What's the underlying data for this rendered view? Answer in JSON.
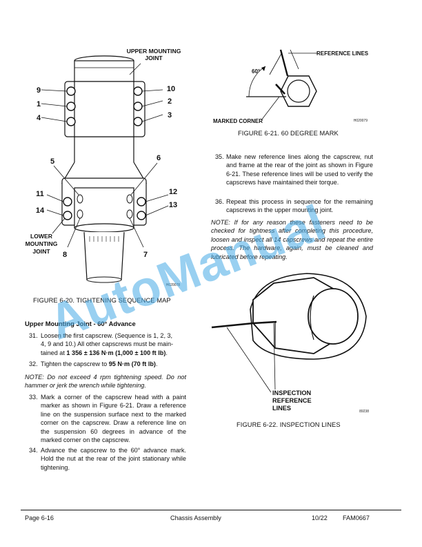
{
  "figure_6_20": {
    "callout_upper_line1": "UPPER MOUNTING",
    "callout_upper_line2": "JOINT",
    "callout_lower_line1": "LOWER",
    "callout_lower_line2": "MOUNTING",
    "callout_lower_line3": "JOINT",
    "numbers": [
      "1",
      "2",
      "3",
      "4",
      "5",
      "6",
      "7",
      "8",
      "9",
      "10",
      "11",
      "12",
      "13",
      "14"
    ],
    "code": "H020078",
    "caption": "FIGURE 6-20. TIGHTENING SEQUENCE MAP"
  },
  "figure_6_21": {
    "reference_lines_label": "REFERENCE LINES",
    "angle_label": "60°",
    "marked_corner_label": "MARKED CORNER",
    "code": "H020079",
    "caption": "FIGURE 6-21. 60 DEGREE MARK"
  },
  "figure_6_22": {
    "label_line1": "INSPECTION",
    "label_line2": "REFERENCE",
    "label_line3": "LINES",
    "code": "89238",
    "caption": "FIGURE 6-22. INSPECTION LINES"
  },
  "left_column": {
    "heading": "Upper Mounting Joint - 60° Advance",
    "step31": {
      "num": "31.",
      "line1": "Loosen the first capscrew. (Sequence is 1, 2, 3,",
      "line2": "4, 9 and 10.) All other capscrews must be main-",
      "line3_pre": "tained at ",
      "line3_bold": "1 356 ± 136 N·m (1,000 ± 100 ft lb)",
      "line3_post": "."
    },
    "step32": {
      "num": "32.",
      "pre": "Tighten the capscrew to ",
      "bold": "95 N·m (70 ft lb)",
      "post": "."
    },
    "note": "NOTE: Do not exceed 4 rpm tightening speed. Do not hammer or jerk the wrench while tightening.",
    "step33": {
      "num": "33.",
      "text": "Mark a corner of the capscrew head with a paint marker as shown in Figure 6-21. Draw a reference line on the suspension surface next to the marked corner on the capscrew. Draw a reference line on the suspension 60 degrees in advance of the marked corner on the capscrew."
    },
    "step34": {
      "num": "34.",
      "text": "Advance the capscrew to the 60° advance mark. Hold the nut at the rear of the joint stationary while tightening."
    }
  },
  "right_column": {
    "step35": {
      "num": "35.",
      "text": "Make new reference lines along the capscrew, nut and frame at the rear of the joint as shown in Figure 6-21. These reference lines will be used to verify the capscrews have maintained their torque."
    },
    "step36": {
      "num": "36.",
      "text": "Repeat this process in sequence for the remaining capscrews in the upper mounting joint."
    },
    "note": "NOTE: If for any reason these fasteners need to be checked for tightness after completing this procedure, loosen and inspect all 14 capscrews and repeat the entire process. The hardware, again, must be cleaned and lubricated before repeating."
  },
  "footer": {
    "page": "Page 6-16",
    "title": "Chassis Assembly",
    "date": "10/22",
    "doc": "FAM0667"
  },
  "watermark": "AutoManual",
  "colors": {
    "watermark": "#46aae6",
    "text": "#111111"
  }
}
